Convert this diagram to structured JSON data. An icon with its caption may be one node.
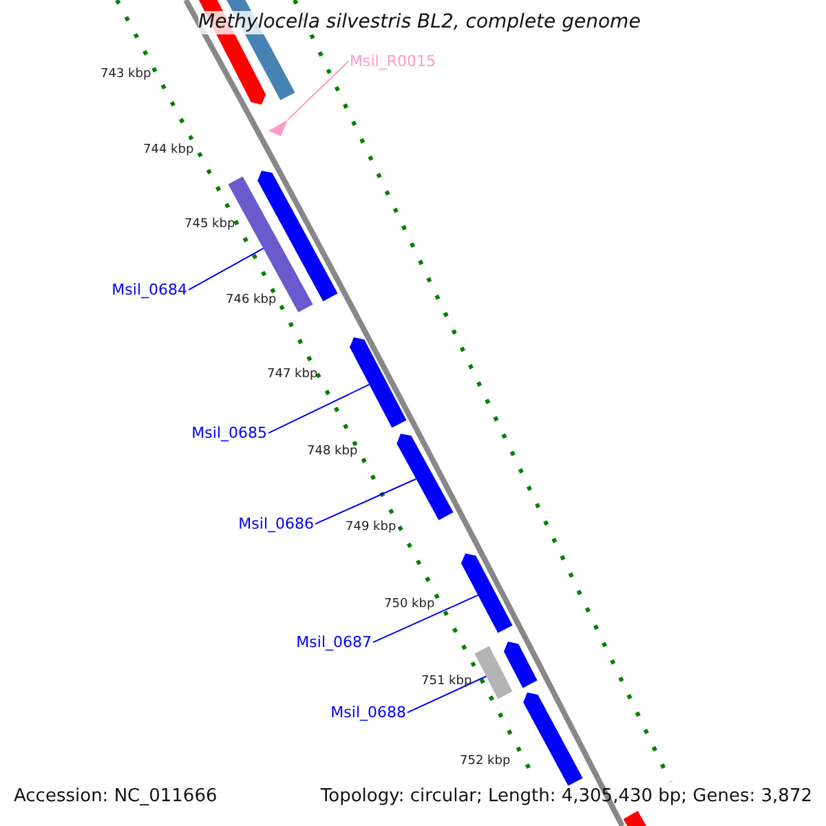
{
  "diagram": {
    "title": "Methylocella silvestris BL2, complete genome",
    "nodes": [
      {
        "text": [
          "Msil_R0015"
        ]
      },
      {
        "text": [],
        "shape": "bar"
      },
      {
        "text": [],
        "shape": "bar"
      },
      {
        "text": [],
        "shape": "triangle"
      },
      {
        "text": [],
        "shape": "bar"
      },
      {
        "text": [],
        "shape": "bar"
      },
      {
        "text": [
          "Msil_0684"
        ]
      },
      {
        "text": [],
        "shape": "bar"
      },
      {
        "text": [
          "Msil_0685"
        ]
      },
      {
        "text": [],
        "shape": "bar"
      },
      {
        "text": [
          "Msil_0686"
        ]
      },
      {
        "text": [],
        "shape": "bar"
      },
      {
        "text": [
          "Msil_0687"
        ]
      },
      {
        "text": [],
        "shape": "bar"
      },
      {
        "text": [],
        "shape": "bar"
      },
      {
        "text": [
          "Msil_0688"
        ]
      },
      {
        "text": [],
        "shape": "bar"
      },
      {
        "text": [],
        "shape": "bar"
      }
    ],
    "edges": [
      {
        "from": 0,
        "to": 3,
        "arrow": "none",
        "color": "#ff99cc"
      },
      {
        "from": 6,
        "to": 5,
        "arrow": "none"
      },
      {
        "from": 8,
        "to": 7,
        "arrow": "none"
      },
      {
        "from": 10,
        "to": 9,
        "arrow": "none"
      },
      {
        "from": 12,
        "to": 11,
        "arrow": "none"
      },
      {
        "from": 15,
        "to": 14,
        "arrow": "none"
      }
    ],
    "labels": [
      "743 kbp",
      "744 kbp",
      "745 kbp",
      "746 kbp",
      "747 kbp",
      "748 kbp",
      "749 kbp",
      "750 kbp",
      "751 kbp",
      "752 kbp",
      "Accession: NC_011666",
      "Topology: circular; Length: 4,305,430 bp; Genes: 3,872"
    ]
  }
}
